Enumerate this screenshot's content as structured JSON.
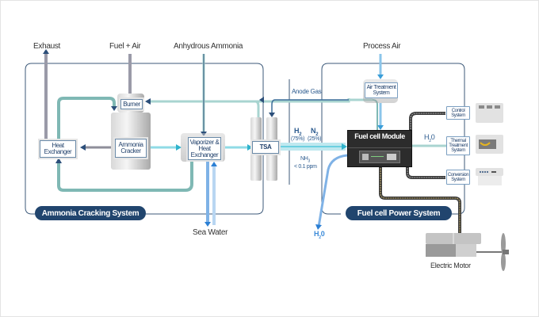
{
  "diagram": {
    "inputs": {
      "exhaust": "Exhaust",
      "fuel_air": "Fuel + Air",
      "anhydrous_ammonia": "Anhydrous Ammonia",
      "process_air": "Process Air"
    },
    "ammonia_cracking_system": {
      "title": "Ammonia Cracking System",
      "components": {
        "burner": "Burner",
        "ammonia_cracker": "Ammonia Cracker",
        "heat_exchanger": "Heat Exchanger",
        "vaporizer": "Vaporizer & Heat Exchanger",
        "tsa": "TSA"
      },
      "sea_water": "Sea Water"
    },
    "gas_stream": {
      "anode_gas": "Anode Gas",
      "h2": "H",
      "h2_sub": "2",
      "h2_pct": "(75%)",
      "n2": "N",
      "n2_sub": "2",
      "n2_pct": "(25%)",
      "nh3": "NH",
      "nh3_sub": "3",
      "nh3_limit": "< 0.1 ppm"
    },
    "fuel_cell_power_system": {
      "title": "Fuel cell Power System",
      "components": {
        "air_treatment": "Air Treatment System",
        "fuel_cell_module": "Fuel cell Module",
        "control": "Control System",
        "thermal": "Thermal Treatment System",
        "conversion": "Conversion System"
      },
      "h2o_internal": "H",
      "h2o_internal_sub": "2",
      "h2o_internal_o": "0"
    },
    "h2o_out": "H",
    "h2o_out_sub": "2",
    "h2o_out_o": "0",
    "electric_motor": "Electric Motor",
    "colors": {
      "system_border": "#3d5a7a",
      "pill": "#21456e",
      "teal_flow": "#7fb8b4",
      "cyan_flow": "#4cc3d9",
      "blue_flow": "#4f9ae0",
      "dark_arrow": "#2c4f7a"
    }
  }
}
